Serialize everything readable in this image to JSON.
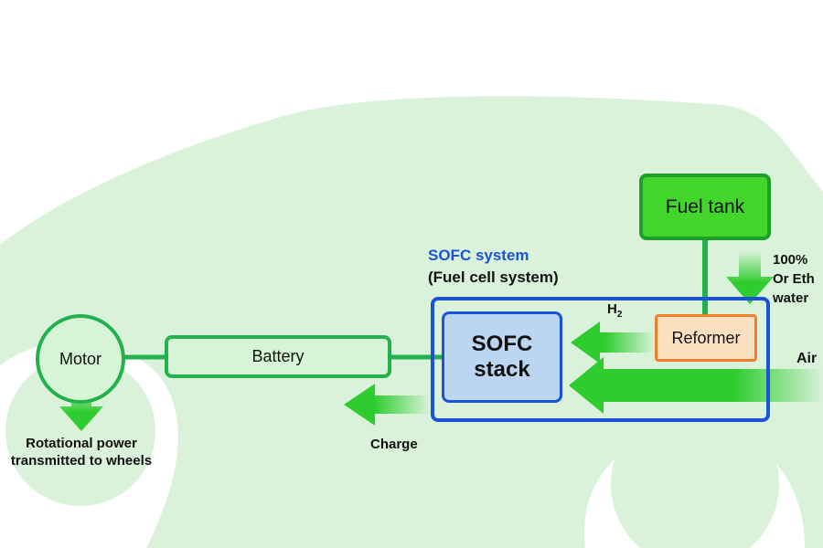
{
  "motor": {
    "label": "Motor"
  },
  "battery": {
    "label": "Battery"
  },
  "sofc_system": {
    "title": "SOFC system",
    "subtitle": "(Fuel cell system)"
  },
  "sofc_stack": {
    "label_line1": "SOFC",
    "label_line2": "stack"
  },
  "fuel_tank": {
    "label": "Fuel tank"
  },
  "reformer": {
    "label": "Reformer"
  },
  "h2": {
    "base": "H",
    "sub": "2"
  },
  "air": {
    "label": "Air"
  },
  "charge": {
    "label": "Charge"
  },
  "rotational": {
    "line1": "Rotational power",
    "line2": "transmitted to wheels"
  },
  "fuel_note": {
    "line1": "100%",
    "line2": "Or Eth",
    "line3": "water"
  },
  "colors": {
    "car_body": "#d9f2d9",
    "green_line": "#22b14c",
    "arrow_green": "#2ecc2e",
    "system_blue": "#1a53d9",
    "stack_fill": "#bcd6f2",
    "reformer_border": "#f2802b",
    "reformer_fill": "#fde0c2",
    "fuel_tank_fill": "#43d62a"
  }
}
